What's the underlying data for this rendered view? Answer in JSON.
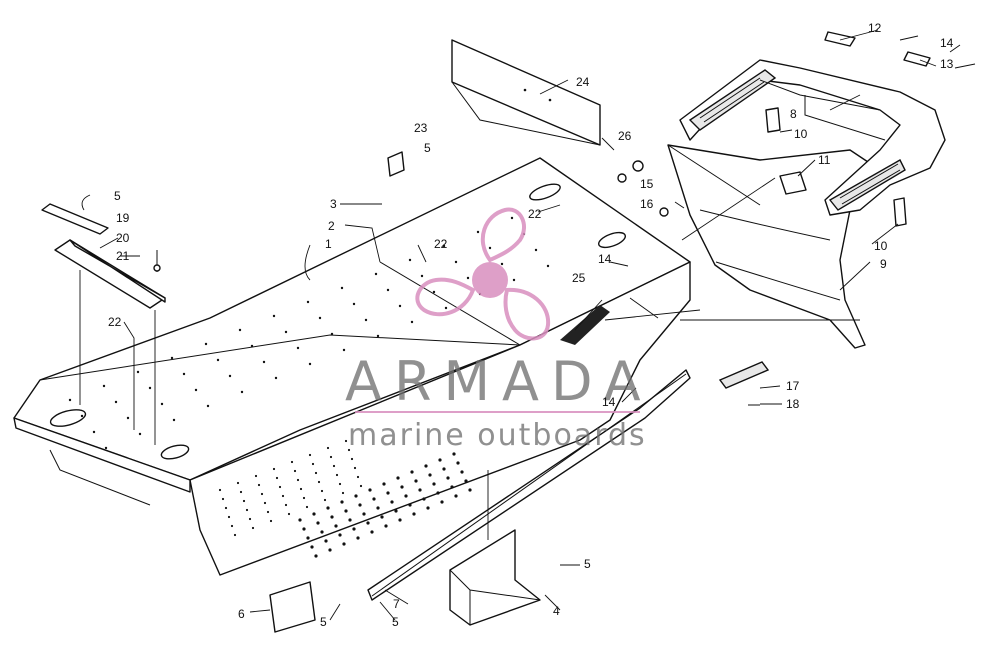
{
  "watermark": {
    "brand": "ARMADA",
    "tagline": "marine outboards",
    "colors": {
      "propeller": "#d98fbf",
      "text": "#6e6e6e"
    }
  },
  "callouts": {
    "c1": "1",
    "c2": "2",
    "c3": "3",
    "c4": "4",
    "c5a": "5",
    "c5b": "5",
    "c5c": "5",
    "c5d": "5",
    "c5e": "5",
    "c6": "6",
    "c7": "7",
    "c8": "8",
    "c9": "9",
    "c10a": "10",
    "c10b": "10",
    "c11": "11",
    "c12": "12",
    "c13": "13",
    "c14a": "14",
    "c14b": "14",
    "c14c": "14",
    "c15": "15",
    "c16": "16",
    "c17": "17",
    "c18": "18",
    "c19": "19",
    "c20": "20",
    "c21": "21",
    "c22a": "22",
    "c22b": "22",
    "c22c": "22",
    "c23": "23",
    "c24": "24",
    "c25": "25",
    "c26": "26"
  }
}
